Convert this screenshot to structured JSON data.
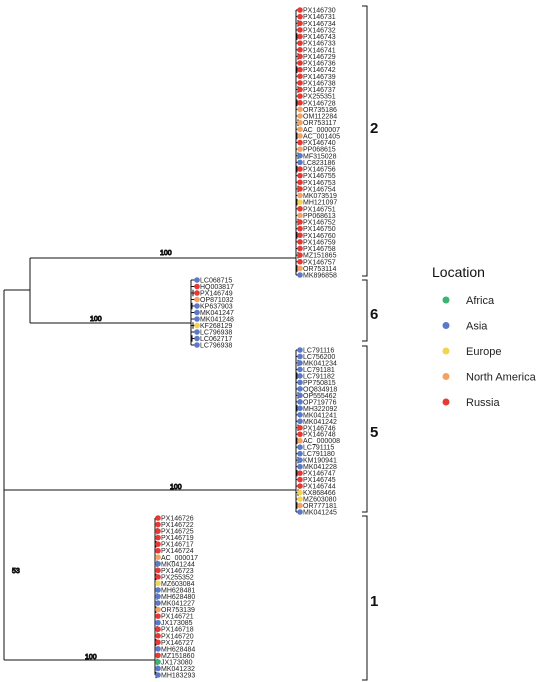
{
  "legend": {
    "title": "Location",
    "entries": [
      {
        "label": "Africa",
        "color": "#3cb371"
      },
      {
        "label": "Asia",
        "color": "#5b79c6"
      },
      {
        "label": "Europe",
        "color": "#f2d44e"
      },
      {
        "label": "North America",
        "color": "#f4a261"
      },
      {
        "label": "Russia",
        "color": "#e53935"
      }
    ]
  },
  "clades": [
    {
      "label": "2",
      "tips": [
        {
          "name": "PX146730",
          "loc": "Russia"
        },
        {
          "name": "PX146731",
          "loc": "Russia"
        },
        {
          "name": "PX146734",
          "loc": "Russia"
        },
        {
          "name": "PX146732",
          "loc": "Russia"
        },
        {
          "name": "PX146743",
          "loc": "Russia"
        },
        {
          "name": "PX146733",
          "loc": "Russia"
        },
        {
          "name": "PX146741",
          "loc": "Russia"
        },
        {
          "name": "PX146729",
          "loc": "Russia"
        },
        {
          "name": "PX146736",
          "loc": "Russia"
        },
        {
          "name": "PX146742",
          "loc": "Russia"
        },
        {
          "name": "PX146739",
          "loc": "Russia"
        },
        {
          "name": "PX146738",
          "loc": "Russia"
        },
        {
          "name": "PX146737",
          "loc": "Russia"
        },
        {
          "name": "PX255351",
          "loc": "Russia"
        },
        {
          "name": "PX146728",
          "loc": "Russia"
        },
        {
          "name": "OR735186",
          "loc": "North America"
        },
        {
          "name": "OM112284",
          "loc": "North America"
        },
        {
          "name": "OR753117",
          "loc": "North America"
        },
        {
          "name": "AC_000007",
          "loc": "North America"
        },
        {
          "name": "AC_001405",
          "loc": "North America"
        },
        {
          "name": "PX146740",
          "loc": "Russia"
        },
        {
          "name": "PP068615",
          "loc": "North America"
        },
        {
          "name": "MF315028",
          "loc": "Asia"
        },
        {
          "name": "LC823186",
          "loc": "Asia"
        },
        {
          "name": "PX146756",
          "loc": "Russia"
        },
        {
          "name": "PX146755",
          "loc": "Russia"
        },
        {
          "name": "PX146753",
          "loc": "Russia"
        },
        {
          "name": "PX146754",
          "loc": "Russia"
        },
        {
          "name": "MK073519",
          "loc": "North America"
        },
        {
          "name": "MH121097",
          "loc": "Europe"
        },
        {
          "name": "PX146751",
          "loc": "Russia"
        },
        {
          "name": "PP068613",
          "loc": "North America"
        },
        {
          "name": "PX146752",
          "loc": "Russia"
        },
        {
          "name": "PX146750",
          "loc": "Russia"
        },
        {
          "name": "PX146760",
          "loc": "Russia"
        },
        {
          "name": "PX146759",
          "loc": "Russia"
        },
        {
          "name": "PX146758",
          "loc": "Russia"
        },
        {
          "name": "MZ151865",
          "loc": "Russia"
        },
        {
          "name": "PX146757",
          "loc": "Russia"
        },
        {
          "name": "OR753114",
          "loc": "North America"
        },
        {
          "name": "MK896858",
          "loc": "Asia"
        }
      ]
    },
    {
      "label": "6",
      "support": "100",
      "tips": [
        {
          "name": "LC068715",
          "loc": "Asia"
        },
        {
          "name": "HQ003817",
          "loc": "Russia"
        },
        {
          "name": "PX146749",
          "loc": "Russia"
        },
        {
          "name": "OP871032",
          "loc": "North America"
        },
        {
          "name": "KP637903",
          "loc": "Asia"
        },
        {
          "name": "MK041247",
          "loc": "Asia"
        },
        {
          "name": "MK041248",
          "loc": "Asia"
        },
        {
          "name": "KF268129",
          "loc": "Europe"
        },
        {
          "name": "LC796938",
          "loc": "Asia"
        },
        {
          "name": "LC062717",
          "loc": "Asia"
        },
        {
          "name": "LC796938",
          "loc": "Asia"
        }
      ]
    },
    {
      "label": "5",
      "support": "100",
      "tips": [
        {
          "name": "LC791116",
          "loc": "Asia"
        },
        {
          "name": "LC756200",
          "loc": "Asia"
        },
        {
          "name": "MK041234",
          "loc": "Asia"
        },
        {
          "name": "LC791181",
          "loc": "Asia"
        },
        {
          "name": "LC791182",
          "loc": "Asia"
        },
        {
          "name": "PP750815",
          "loc": "Asia"
        },
        {
          "name": "OQ834918",
          "loc": "Asia"
        },
        {
          "name": "OP555462",
          "loc": "Asia"
        },
        {
          "name": "OP719776",
          "loc": "Asia"
        },
        {
          "name": "MH322092",
          "loc": "Asia"
        },
        {
          "name": "MK041241",
          "loc": "Asia"
        },
        {
          "name": "MK041242",
          "loc": "Asia"
        },
        {
          "name": "PX146746",
          "loc": "Russia"
        },
        {
          "name": "PX146748",
          "loc": "Russia"
        },
        {
          "name": "AC_000008",
          "loc": "North America"
        },
        {
          "name": "LC791115",
          "loc": "Asia"
        },
        {
          "name": "LC791180",
          "loc": "Asia"
        },
        {
          "name": "KM190941",
          "loc": "Asia"
        },
        {
          "name": "MK041228",
          "loc": "Asia"
        },
        {
          "name": "PX146747",
          "loc": "Russia"
        },
        {
          "name": "PX146745",
          "loc": "Russia"
        },
        {
          "name": "PX146744",
          "loc": "Russia"
        },
        {
          "name": "KX868466",
          "loc": "Europe"
        },
        {
          "name": "MZ603080",
          "loc": "Europe"
        },
        {
          "name": "OR777181",
          "loc": "North America"
        },
        {
          "name": "MK041245",
          "loc": "Asia"
        }
      ]
    },
    {
      "label": "1",
      "support": "100",
      "tips": [
        {
          "name": "PX146726",
          "loc": "Russia"
        },
        {
          "name": "PX146722",
          "loc": "Russia"
        },
        {
          "name": "PX146725",
          "loc": "Russia"
        },
        {
          "name": "PX146719",
          "loc": "Russia"
        },
        {
          "name": "PX146717",
          "loc": "Russia"
        },
        {
          "name": "PX146724",
          "loc": "Russia"
        },
        {
          "name": "AC_000017",
          "loc": "North America"
        },
        {
          "name": "MK041244",
          "loc": "Asia"
        },
        {
          "name": "PX146723",
          "loc": "Russia"
        },
        {
          "name": "PX255352",
          "loc": "Russia"
        },
        {
          "name": "MZ603084",
          "loc": "Europe"
        },
        {
          "name": "MH628481",
          "loc": "Asia"
        },
        {
          "name": "MH628480",
          "loc": "Asia"
        },
        {
          "name": "MK041227",
          "loc": "Asia"
        },
        {
          "name": "OR753139",
          "loc": "North America"
        },
        {
          "name": "PX146721",
          "loc": "Russia"
        },
        {
          "name": "JX173085",
          "loc": "Asia"
        },
        {
          "name": "PX146718",
          "loc": "Russia"
        },
        {
          "name": "PX146720",
          "loc": "Russia"
        },
        {
          "name": "PX146727",
          "loc": "Russia"
        },
        {
          "name": "MH628484",
          "loc": "Asia"
        },
        {
          "name": "MZ151860",
          "loc": "Russia"
        },
        {
          "name": "JX173080",
          "loc": "Africa"
        },
        {
          "name": "MK041232",
          "loc": "Asia"
        },
        {
          "name": "MH183293",
          "loc": "Asia"
        }
      ]
    }
  ],
  "root_support": "53"
}
